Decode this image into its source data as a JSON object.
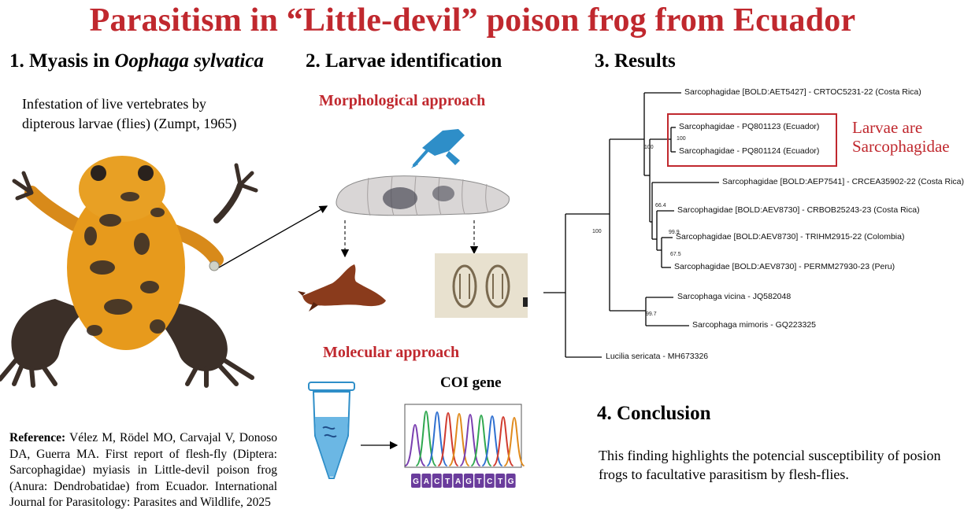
{
  "title": "Parasitism in “Little-devil” poison frog from Ecuador",
  "section1": {
    "heading_prefix": "1. Myasis in ",
    "heading_species": "Oophaga sylvatica",
    "definition": "Infestation of live vertebrates by dipterous larvae (flies) (Zumpt, 1965)"
  },
  "section2": {
    "heading": "2. Larvae identification",
    "morph_label": "Morphological approach",
    "mol_label": "Molecular approach",
    "coi_label": "COI gene",
    "sequence_letters": [
      "G",
      "A",
      "C",
      "T",
      "A",
      "G",
      "T",
      "C",
      "T",
      "G"
    ]
  },
  "section3": {
    "heading": "3. Results",
    "tips": [
      "Sarcophagidae [BOLD:AET5427] - CRTOC5231-22 (Costa Rica)",
      "Sarcophagidae - PQ801123 (Ecuador)",
      "Sarcophagidae - PQ801124 (Ecuador)",
      "Sarcophagidae [BOLD:AEP7541] - CRCEA35902-22 (Costa Rica)",
      "Sarcophagidae [BOLD:AEV8730] - CRBOB25243-23 (Costa Rica)",
      "Sarcophagidae [BOLD:AEV8730] - TRIHM2915-22 (Colombia)",
      "Sarcophagidae [BOLD:AEV8730] - PERMM27930-23 (Peru)",
      "Sarcophaga vicina -  JQ582048",
      "Sarcophaga mimoris - GQ223325",
      "Lucilia sericata - MH673326"
    ],
    "bootstrap": [
      "100",
      "100",
      "100",
      "66.4",
      "99.9",
      "67.5",
      "99.7"
    ],
    "highlight_note": "Larvae are Sarcophagidae"
  },
  "section4": {
    "heading": "4. Conclusion",
    "text": "This finding highlights the potencial susceptibility of posion frogs to facultative parasitism by flesh-flies."
  },
  "reference": {
    "label": "Reference:",
    "text": " Vélez M, Rödel MO, Carvajal V, Donoso DA, Guerra MA. First report of flesh-fly (Diptera: Sarcophagidae) myiasis in Little-devil poison frog (Anura: Dendrobatidae) from Ecuador. International Journal for Parasitology: Parasites and Wildlife, 2025"
  },
  "colors": {
    "accent_red": "#c0282e",
    "frog_orange": "#e79a1c",
    "frog_dark": "#3b2f28",
    "glove_blue": "#2e8ec8"
  }
}
